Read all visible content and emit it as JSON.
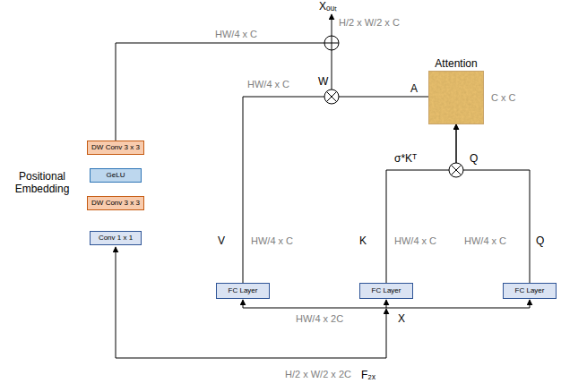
{
  "diagram": {
    "nodes": [
      {
        "text": [
          "Attention"
        ]
      },
      {
        "text": [
          "DW Conv 3 x 3"
        ]
      },
      {
        "text": [
          "GeLU"
        ]
      },
      {
        "text": [
          "DW Conv 3 x 3"
        ]
      },
      {
        "text": [
          "Conv 1 x 1"
        ]
      },
      {
        "text": [
          "FC Layer"
        ]
      },
      {
        "text": [
          "FC Layer"
        ]
      },
      {
        "text": [
          "FC Layer"
        ]
      }
    ],
    "edges": [
      {
        "from": 6,
        "to": 0,
        "arrow": "to"
      },
      {
        "from": 7,
        "to": 0,
        "arrow": "to"
      }
    ],
    "labels": [
      "Xₒᵤₜ",
      "H/2 x W/2 x C",
      "HW/4 x C",
      "HW/4 x C",
      "W",
      "A",
      "C x C",
      "σ*Kᵀ",
      "Q",
      "Positional Embedding",
      "V",
      "HW/4 x C",
      "K",
      "HW/4 x C",
      "HW/4 x C",
      "Q",
      "HW/4 x 2C",
      "X",
      "H/2 x W/2 x 2C",
      "F₂ₓ"
    ]
  }
}
